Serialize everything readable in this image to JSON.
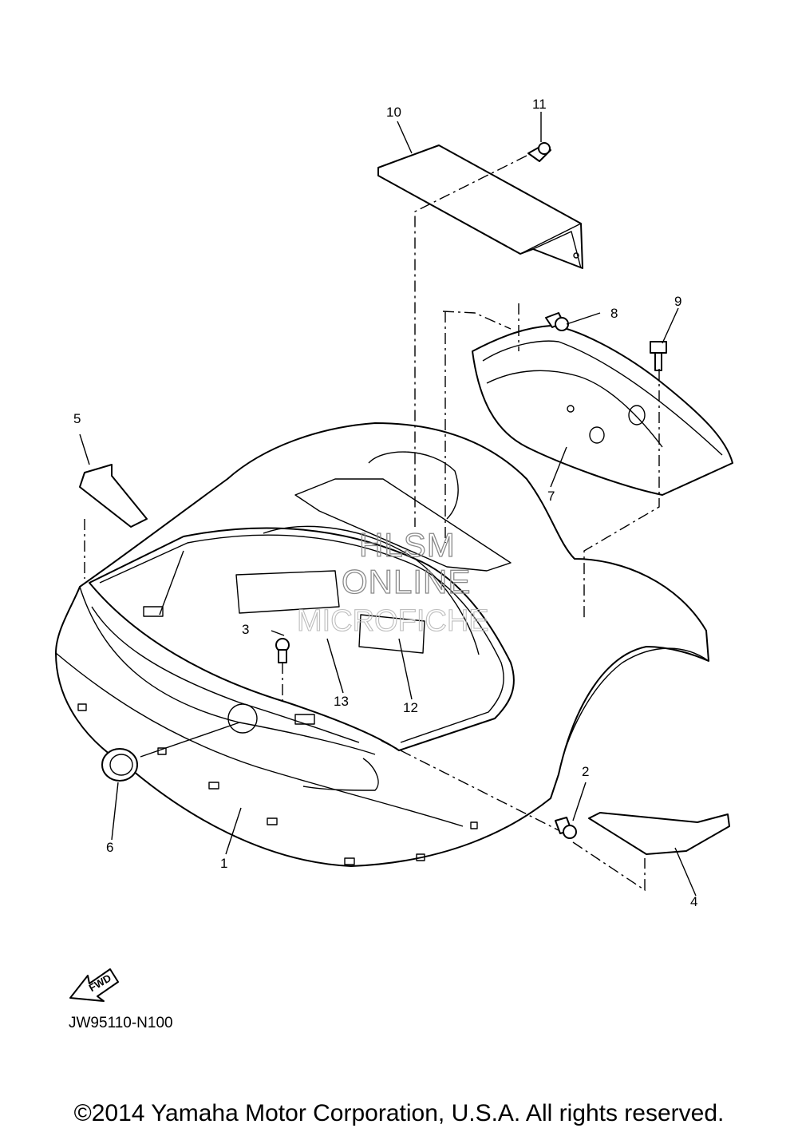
{
  "diagram": {
    "callouts": [
      {
        "id": "1",
        "label": "1"
      },
      {
        "id": "2",
        "label": "2"
      },
      {
        "id": "3",
        "label": "3"
      },
      {
        "id": "4",
        "label": "4"
      },
      {
        "id": "5",
        "label": "5"
      },
      {
        "id": "6",
        "label": "6"
      },
      {
        "id": "7",
        "label": "7"
      },
      {
        "id": "8",
        "label": "8"
      },
      {
        "id": "9",
        "label": "9"
      },
      {
        "id": "10",
        "label": "10"
      },
      {
        "id": "11",
        "label": "11"
      },
      {
        "id": "12",
        "label": "12"
      },
      {
        "id": "13",
        "label": "13"
      }
    ],
    "watermark": [
      "HLSM",
      "ONLINE",
      "MICROFICHE"
    ],
    "fwd_label": "FWD",
    "diagram_code": "JW95110-N100"
  },
  "footer": {
    "copyright": "©2014 Yamaha Motor Corporation, U.S.A. All rights reserved."
  }
}
